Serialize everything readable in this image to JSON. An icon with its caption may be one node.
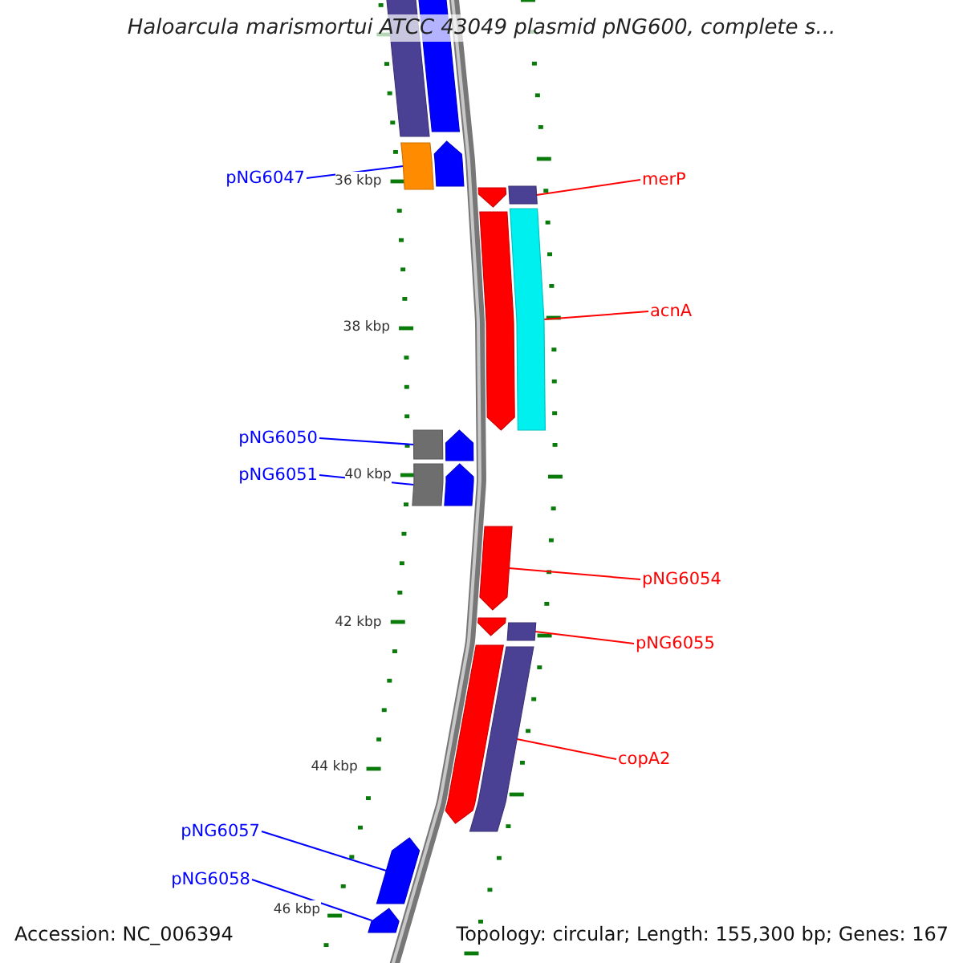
{
  "diagram": {
    "title": "Haloarcula marismortui ATCC 43049 plasmid pNG600, complete s...",
    "nodes": [
      {
        "text": [
          "pNG6047"
        ]
      },
      {
        "text": [],
        "shape": "bar"
      },
      {
        "text": [
          "merP"
        ]
      },
      {
        "text": [],
        "shape": "bar"
      },
      {
        "text": [
          "acnA"
        ]
      },
      {
        "text": [],
        "shape": "bar"
      },
      {
        "text": [
          "pNG6050"
        ]
      },
      {
        "text": [],
        "shape": "bar"
      },
      {
        "text": [
          "pNG6051"
        ]
      },
      {
        "text": [],
        "shape": "bar"
      },
      {
        "text": [
          "pNG6054"
        ]
      },
      {
        "text": [],
        "shape": "arrow"
      },
      {
        "text": [
          "pNG6055"
        ]
      },
      {
        "text": [],
        "shape": "bar"
      },
      {
        "text": [
          "copA2"
        ]
      },
      {
        "text": [],
        "shape": "bar"
      },
      {
        "text": [
          "pNG6057"
        ]
      },
      {
        "text": [],
        "shape": "arrow"
      },
      {
        "text": [
          "pNG6058"
        ]
      },
      {
        "text": [],
        "shape": "arrow"
      },
      {
        "text": [],
        "shape": "bar"
      },
      {
        "text": [],
        "shape": "bar"
      },
      {
        "text": [],
        "shape": "arrow"
      },
      {
        "text": [],
        "shape": "arrow"
      },
      {
        "text": [],
        "shape": "arrow"
      },
      {
        "text": [],
        "shape": "arrow"
      },
      {
        "text": [],
        "shape": "arrow"
      },
      {
        "text": [],
        "shape": "arrow"
      },
      {
        "text": [],
        "shape": "arrow"
      }
    ],
    "edges": [
      {
        "from": 0,
        "to": 1,
        "arrow": "none",
        "color": "#0000ff"
      },
      {
        "from": 2,
        "to": 3,
        "arrow": "none",
        "color": "#ff0000"
      },
      {
        "from": 4,
        "to": 5,
        "arrow": "none",
        "color": "#ff0000"
      },
      {
        "from": 6,
        "to": 7,
        "arrow": "none",
        "color": "#0000ff"
      },
      {
        "from": 8,
        "to": 9,
        "arrow": "none",
        "color": "#0000ff"
      },
      {
        "from": 10,
        "to": 11,
        "arrow": "none",
        "color": "#ff0000"
      },
      {
        "from": 12,
        "to": 13,
        "arrow": "none",
        "color": "#ff0000"
      },
      {
        "from": 14,
        "to": 15,
        "arrow": "none",
        "color": "#ff0000"
      },
      {
        "from": 16,
        "to": 17,
        "arrow": "none",
        "color": "#0000ff"
      },
      {
        "from": 18,
        "to": 19,
        "arrow": "none",
        "color": "#0000ff"
      }
    ],
    "labels": [
      "36 kbp",
      "38 kbp",
      "40 kbp",
      "42 kbp",
      "44 kbp",
      "46 kbp",
      "Accession: NC_006394",
      "Topology: circular; Length: 155,300 bp; Genes: 167"
    ]
  }
}
